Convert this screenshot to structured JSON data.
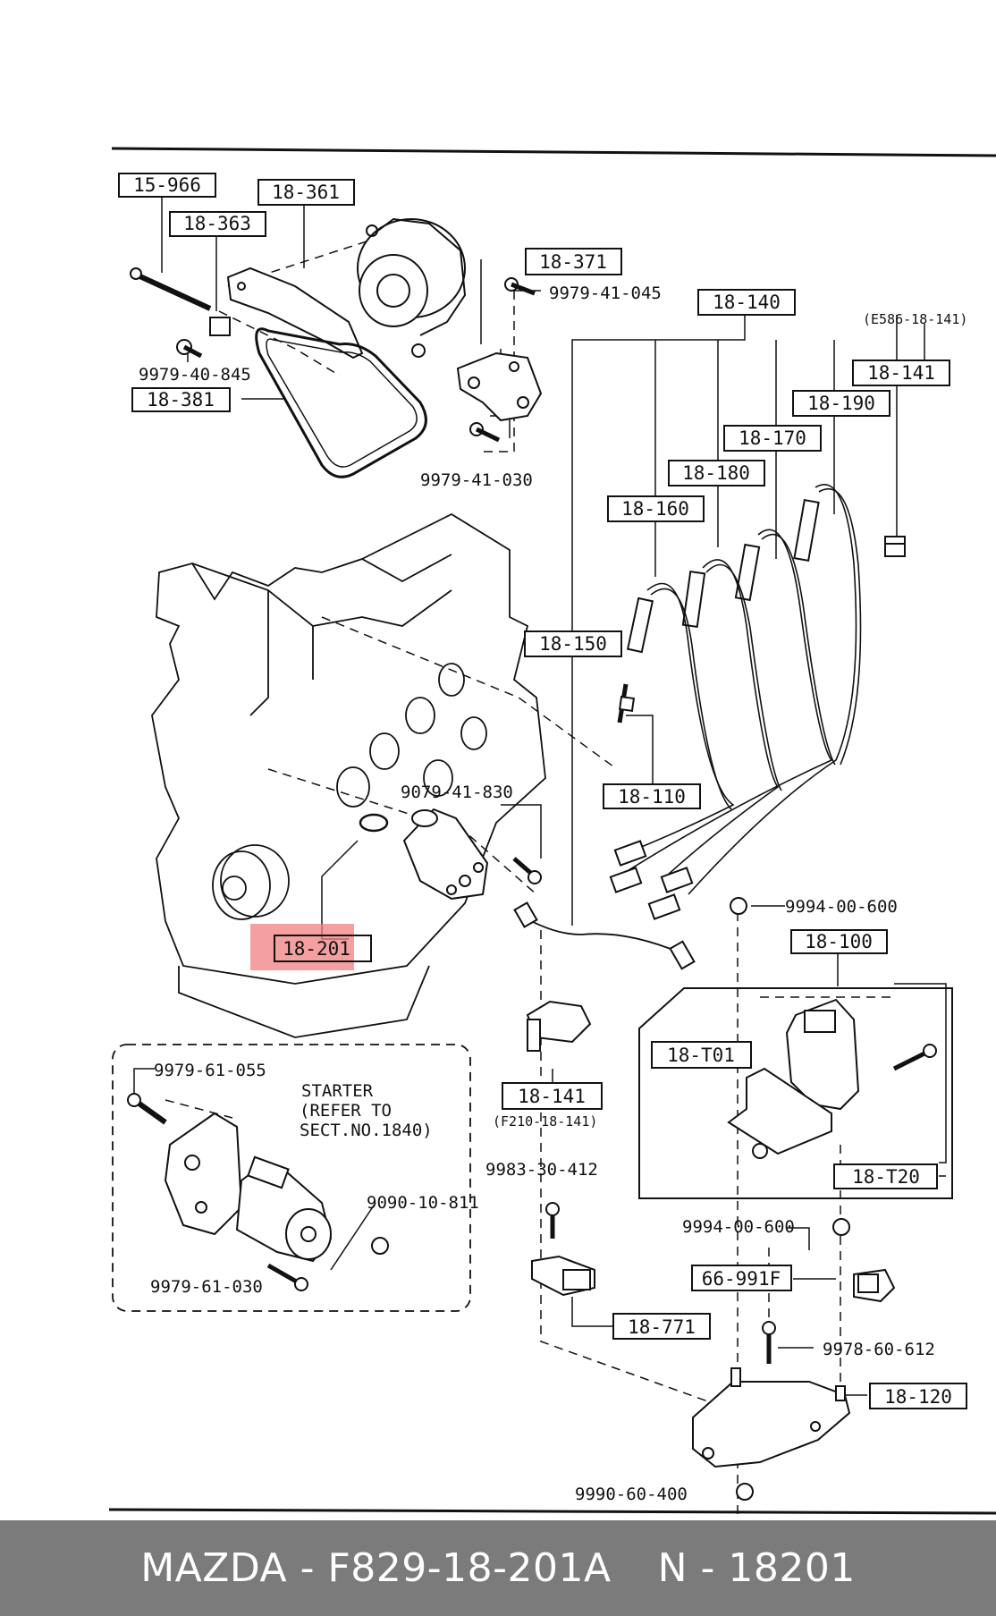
{
  "diagram": {
    "part_labels": [
      {
        "id": "15-966"
      },
      {
        "id": "18-361"
      },
      {
        "id": "18-363"
      },
      {
        "id": "18-371"
      },
      {
        "id": "18-140"
      },
      {
        "id": "18-141"
      },
      {
        "id": "18-381"
      },
      {
        "id": "18-190"
      },
      {
        "id": "18-170"
      },
      {
        "id": "18-180"
      },
      {
        "id": "18-160"
      },
      {
        "id": "18-150"
      },
      {
        "id": "18-110"
      },
      {
        "id": "18-201"
      },
      {
        "id": "18-100"
      },
      {
        "id": "18-T01"
      },
      {
        "id": "18-T20"
      },
      {
        "id": "18-141"
      },
      {
        "id": "66-991F"
      },
      {
        "id": "18-771"
      },
      {
        "id": "18-120"
      }
    ],
    "highlighted_label": "18-201",
    "bolt_numbers": [
      "9979-41-045",
      "9979-40-845",
      "9979-41-030",
      "9079-41-830",
      "9994-00-600",
      "9979-61-055",
      "9090-10-811",
      "9979-61-030",
      "9983-30-412",
      "9994-00-600",
      "9978-60-612",
      "9990-60-400"
    ],
    "references": [
      "(E586-18-141)",
      "(F210-18-141)"
    ],
    "starter_note": [
      "STARTER",
      "(REFER TO",
      "SECT.NO.1840)"
    ],
    "colors": {
      "highlight": "#f08080",
      "line": "#111111",
      "footer_bg": "#7b7b7b"
    }
  },
  "footer": {
    "brand_part": "MAZDA - F829-18-201A",
    "number": "N - 18201"
  }
}
